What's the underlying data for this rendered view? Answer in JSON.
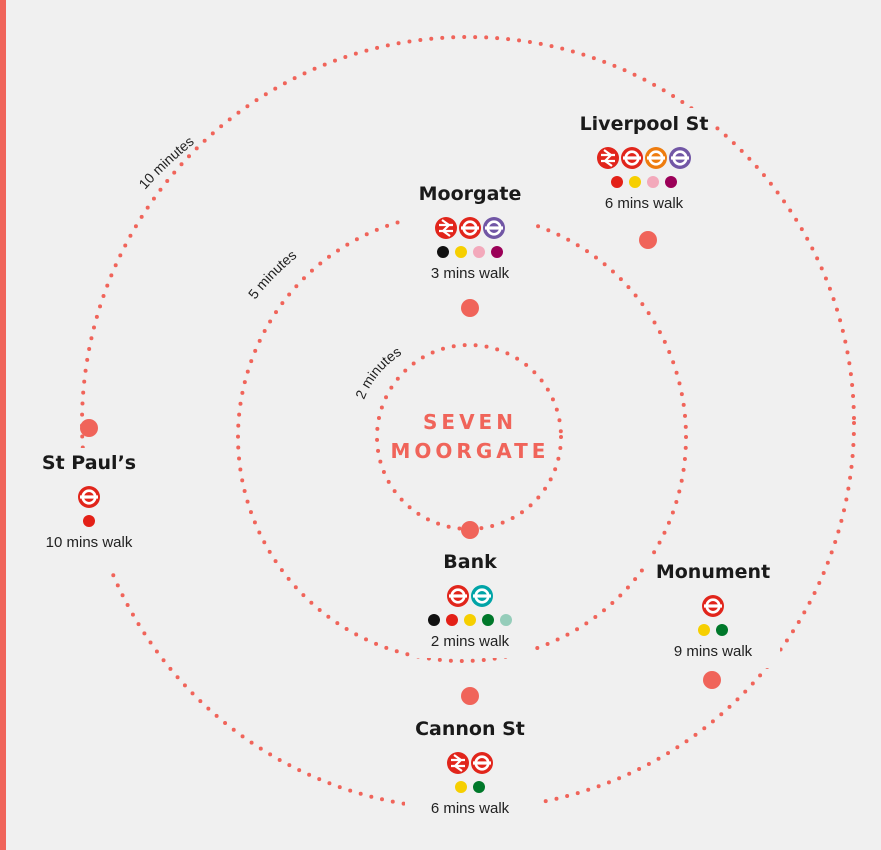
{
  "center": {
    "line1": "SEVEN",
    "line2": "MOORGATE"
  },
  "rings": [
    {
      "label": "2 minutes"
    },
    {
      "label": "5 minutes"
    },
    {
      "label": "10 minutes"
    }
  ],
  "stations": [
    {
      "name": "Moorgate",
      "walk": "3 mins walk",
      "services": [
        "national-rail",
        "underground",
        "elizabeth-line"
      ],
      "lines": [
        "#111111",
        "#f6cf00",
        "#f3a9bb",
        "#9b0058"
      ]
    },
    {
      "name": "Liverpool St",
      "walk": "6 mins walk",
      "services": [
        "national-rail",
        "underground",
        "overground",
        "elizabeth-line"
      ],
      "lines": [
        "#e32017",
        "#f6cf00",
        "#f3a9bb",
        "#9b0058"
      ]
    },
    {
      "name": "St Paul’s",
      "walk": "10 mins walk",
      "services": [
        "underground"
      ],
      "lines": [
        "#e32017"
      ]
    },
    {
      "name": "Bank",
      "walk": "2 mins walk",
      "services": [
        "underground",
        "dlr"
      ],
      "lines": [
        "#111111",
        "#e32017",
        "#f6cf00",
        "#00782a",
        "#95cdba"
      ]
    },
    {
      "name": "Monument",
      "walk": "9 mins walk",
      "services": [
        "underground"
      ],
      "lines": [
        "#f6cf00",
        "#00782a"
      ]
    },
    {
      "name": "Cannon St",
      "walk": "6 mins walk",
      "services": [
        "national-rail",
        "underground"
      ],
      "lines": [
        "#f6cf00",
        "#00782a"
      ]
    }
  ],
  "colors": {
    "accent": "#f0645a",
    "national_rail": "#e1251b",
    "underground": "#e1251b",
    "overground": "#ee7c0e",
    "elizabeth_line": "#7156a5",
    "dlr": "#00a4a7"
  }
}
